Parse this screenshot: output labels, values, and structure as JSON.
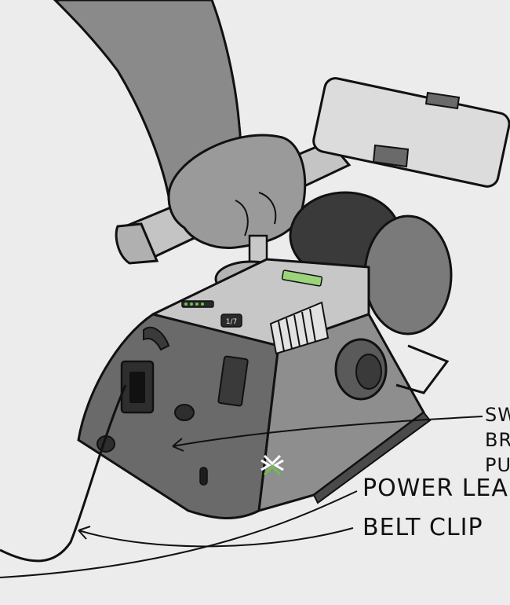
{
  "annotations": {
    "power_lead": "POWER LEAD",
    "belt_clip": "BELT CLIP",
    "side_label_lines": [
      "SW",
      "BR",
      "PU"
    ]
  },
  "display_badge": "1/7",
  "colors": {
    "background": "#ececec",
    "ink": "#111111",
    "body_dark": "#5e5e5e",
    "body_light": "#bdbdbd",
    "accent_green": "#6cc24a"
  },
  "icons": [
    "hand",
    "handlebar",
    "phone-mount",
    "resistance-knob",
    "flywheel",
    "brand-logo",
    "usb-port",
    "belt-clip-slot"
  ]
}
